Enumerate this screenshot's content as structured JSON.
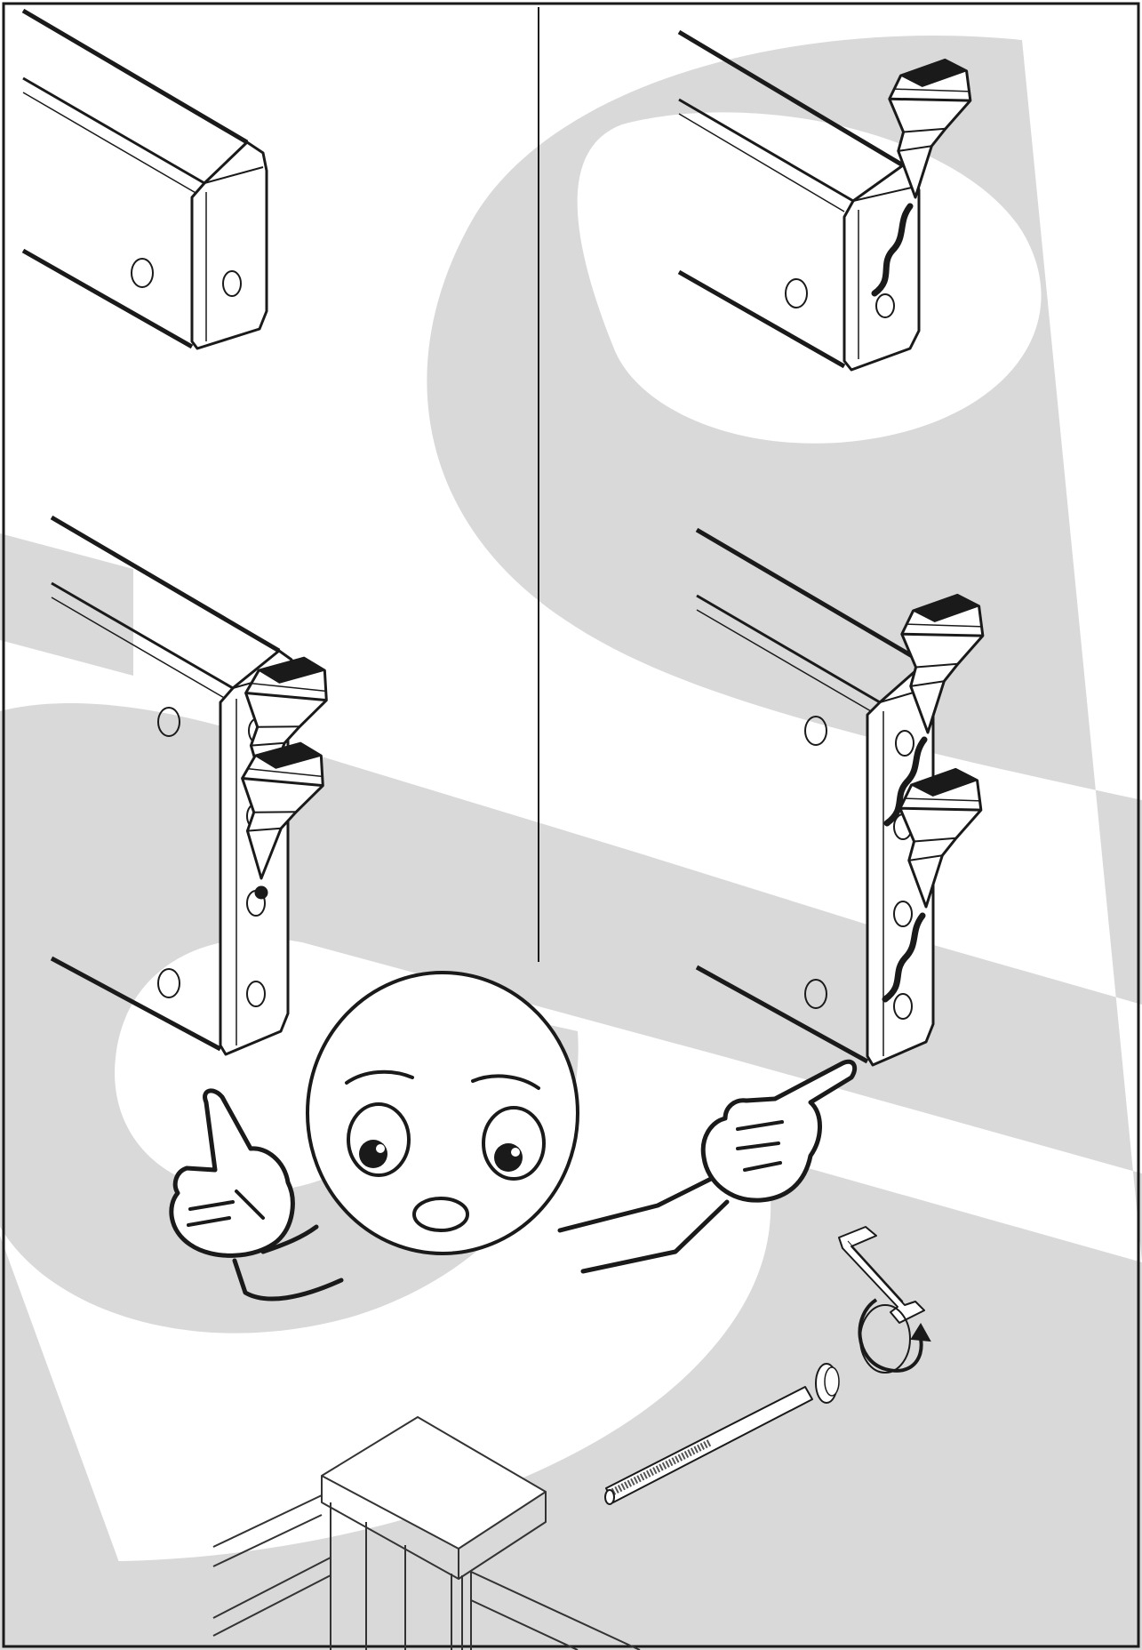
{
  "page": {
    "background": "#ffffff",
    "line_color": "#1a1a1a",
    "watermark_color": "#d9d9d9"
  },
  "panels": [
    {
      "name": "step-plain-rail",
      "glue": "none"
    },
    {
      "name": "step-glue-top-edge",
      "glue": "line"
    },
    {
      "name": "step-glue-in-holes",
      "glue": "dots",
      "bottles": 2
    },
    {
      "name": "step-glue-lines-both-holes",
      "glue": "lines",
      "bottles": 2
    }
  ],
  "icons": [
    "glue-bottle-icon",
    "pointing-hand-icon",
    "cartoon-face-icon",
    "allen-key-icon",
    "rotate-arrow-icon",
    "bolt-icon",
    "table-leg-frame"
  ]
}
